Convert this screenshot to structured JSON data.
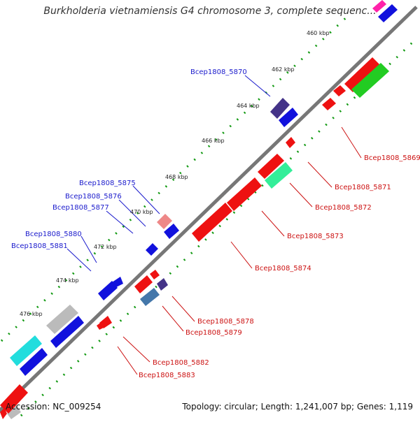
{
  "header": {
    "title": "Burkholderia vietnamiensis G4 chromosome 3, complete sequenc..."
  },
  "footer": {
    "accession": "Accession: NC_009254",
    "topology": "Topology: circular; Length: 1,241,007 bp; Genes: 1,119"
  },
  "ticks": [
    "460 kbp",
    "462 kbp",
    "464 kbp",
    "466 kbp",
    "468 kbp",
    "470 kbp",
    "472 kbp",
    "474 kbp",
    "476 kbp"
  ],
  "forward_labels": [
    "Bcep1808_5870",
    "Bcep1808_5875",
    "Bcep1808_5876",
    "Bcep1808_5877",
    "Bcep1808_5880",
    "Bcep1808_5881"
  ],
  "reverse_labels": [
    "Bcep1808_5869",
    "Bcep1808_5871",
    "Bcep1808_5872",
    "Bcep1808_5873",
    "Bcep1808_5874",
    "Bcep1808_5878",
    "Bcep1808_5879",
    "Bcep1808_5882",
    "Bcep1808_5883"
  ],
  "colors": {
    "forward_label": "#1a1acc",
    "reverse_label": "#cc1111",
    "red_gene": "#ee1111",
    "blue_gene": "#1111dd",
    "green_gene": "#22cc22",
    "mint_gene": "#33ee99",
    "cyan_gene": "#22dddd",
    "slate_gene": "#443388",
    "steel_gene": "#4477aa",
    "grey_gene": "#bbbbbb",
    "pink_gene": "#ee8888",
    "magenta_gene": "#ff22aa",
    "backbone": "#777777",
    "dotted_ring": "#119911"
  }
}
